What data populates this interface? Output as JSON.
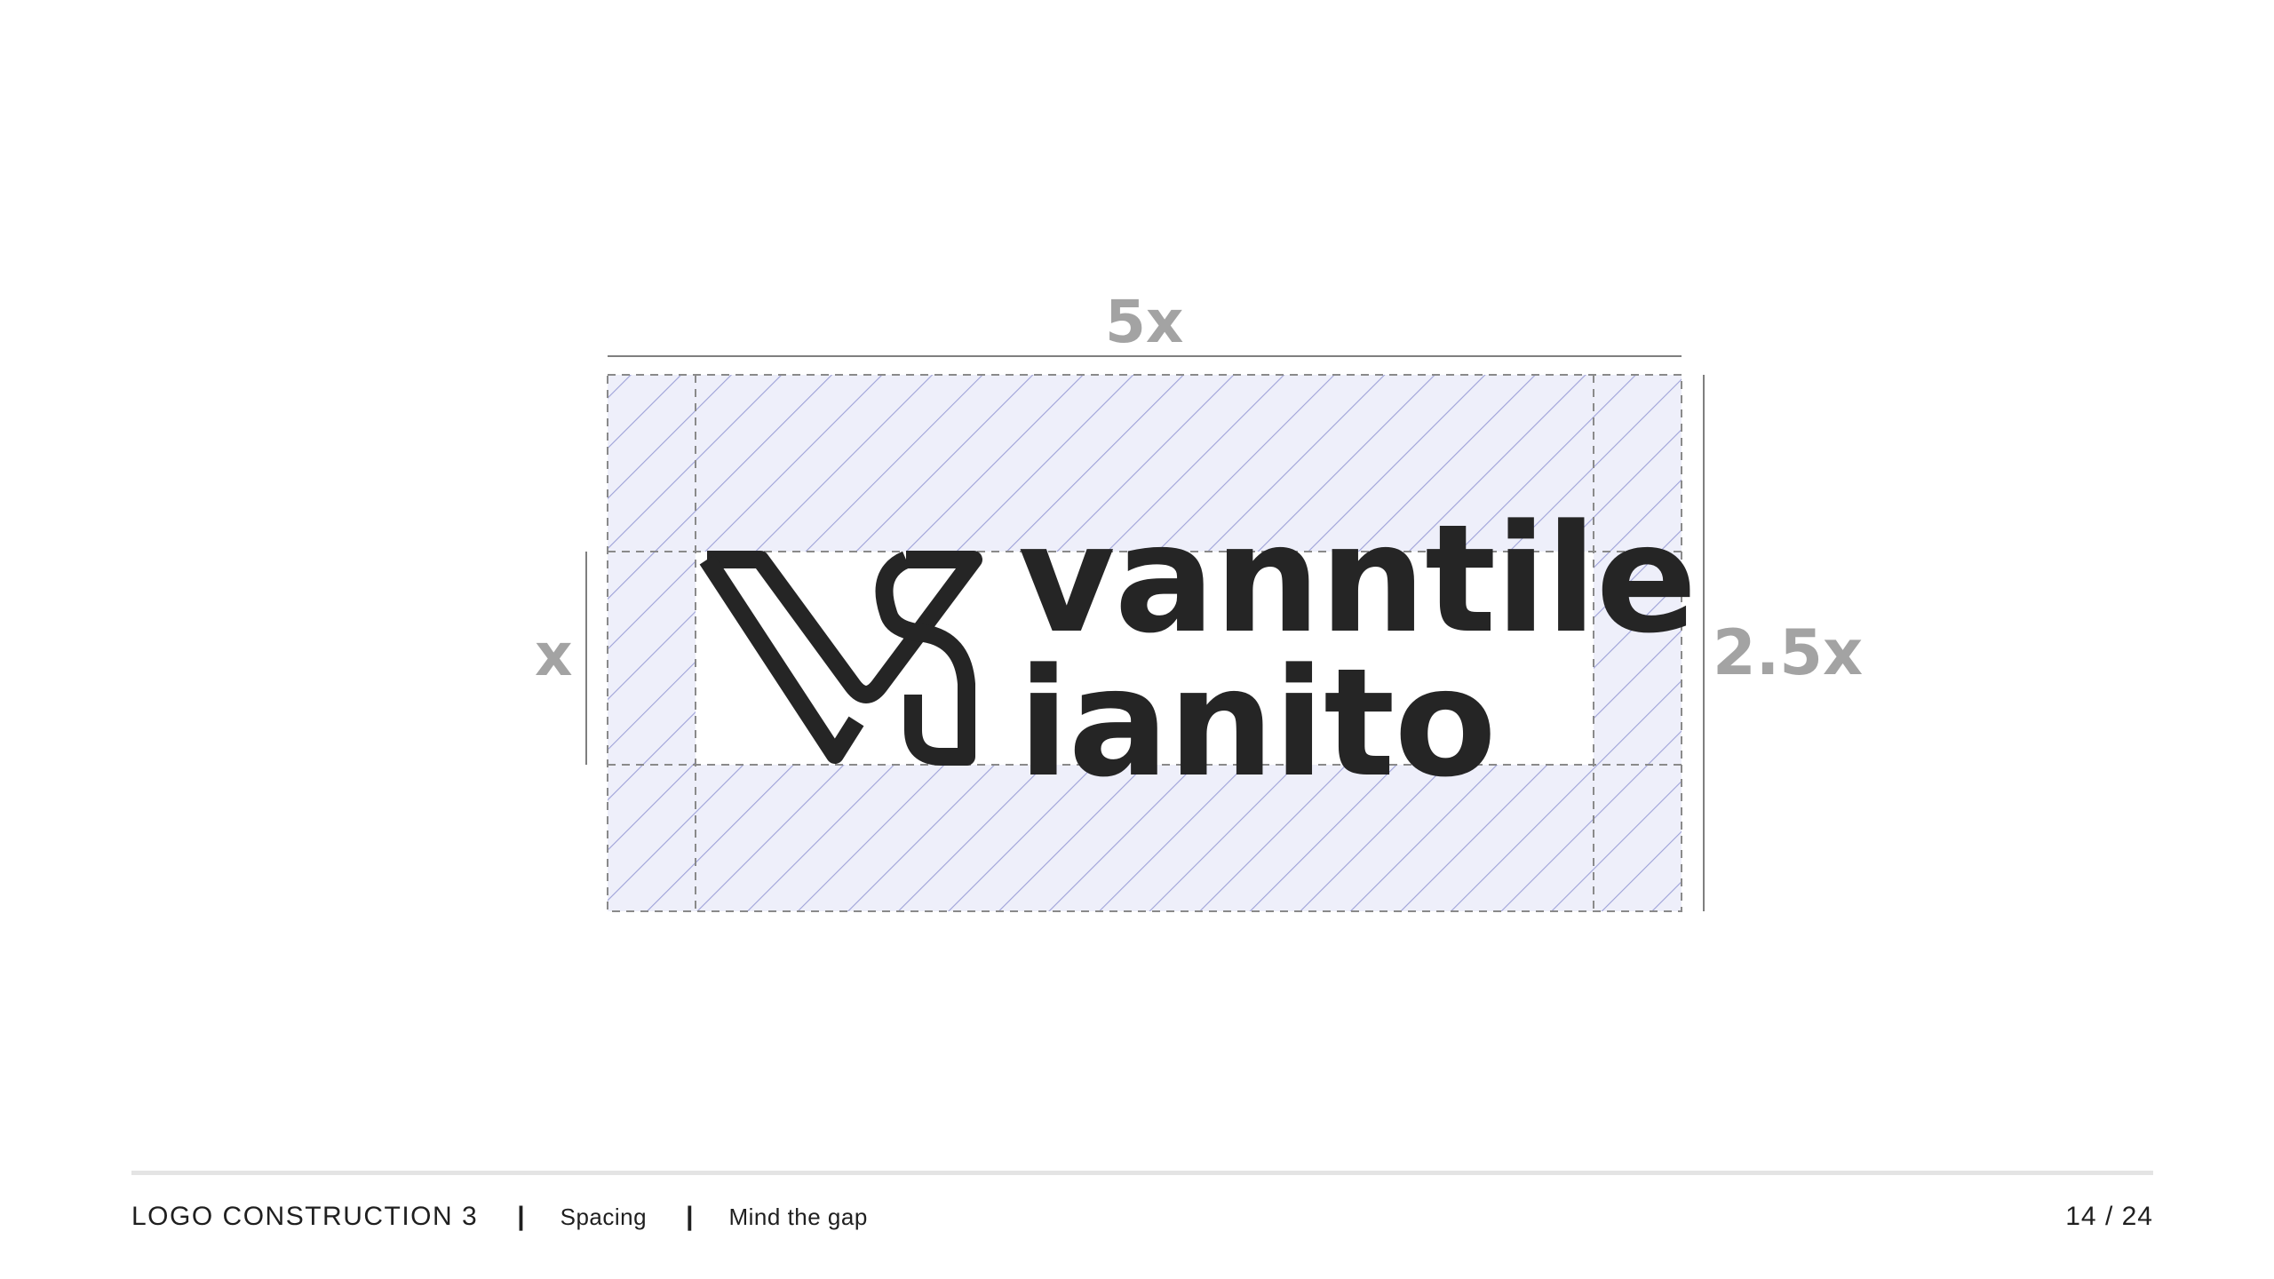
{
  "diagram": {
    "width_label": "5x",
    "x_label": "x",
    "height_label": "2.5x",
    "clearspace_fill": "#eeeffa",
    "hatch_color": "#9ea2d8",
    "guide_color": "#8a8a8a",
    "dimension_color": "#a3a3a3"
  },
  "logo": {
    "line1": "vanntile",
    "line2": "ianito",
    "color": "#252525",
    "mark_icon": "v-monogram-icon"
  },
  "footer": {
    "section": "LOGO CONSTRUCTION 3",
    "separator": "|",
    "topic": "Spacing",
    "subtopic": "Mind the gap",
    "page": "14 / 24"
  }
}
